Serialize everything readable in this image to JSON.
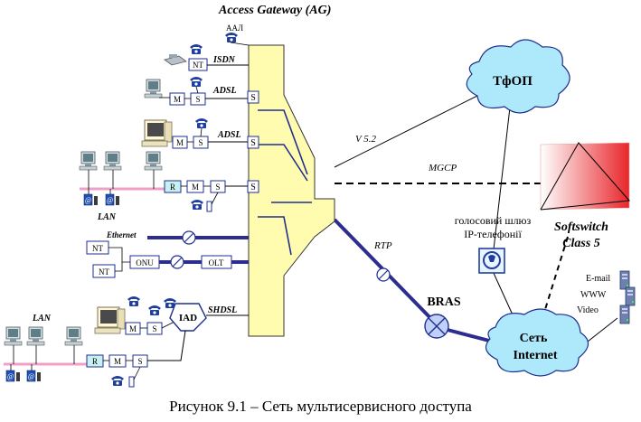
{
  "diagram": {
    "title": "Access Gateway (AG)",
    "caption": "Рисунок 9.1 – Сеть мультисервисного доступа",
    "links": {
      "aal": "ААЛ",
      "isdn": "ISDN",
      "adsl1": "ADSL",
      "adsl2": "ADSL",
      "ethernet": "Ethernet",
      "shdsl": "SHDSL",
      "v52": "V 5.2",
      "mgcp": "MGCP",
      "rtp": "RTP"
    },
    "nodes": {
      "pstn": "ТфОП",
      "internet_line1": "Сеть",
      "internet_line2": "Internet",
      "bras": "BRAS",
      "softswitch_line1": "Softswitch",
      "softswitch_line2": "Class 5",
      "voip_gateway_line1": "голосовий шлюз",
      "voip_gateway_line2": "IP-телефонії",
      "iad": "IAD",
      "onu": "ONU",
      "olt": "OLT"
    },
    "box_labels": {
      "nt": "NT",
      "m": "M",
      "s": "S",
      "r": "R"
    },
    "lan_labels": [
      "LAN",
      "LAN"
    ],
    "services": [
      "E-mail",
      "WWW",
      "Video"
    ]
  }
}
